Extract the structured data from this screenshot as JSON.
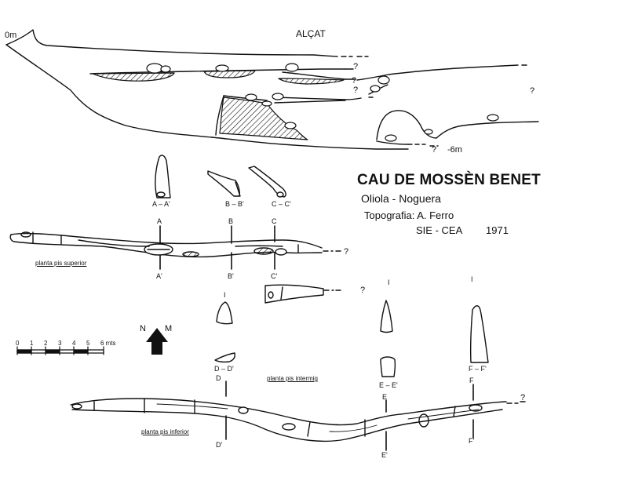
{
  "title": "CAU DE MOSSÈN BENET",
  "location": "Oliola - Noguera",
  "survey": "Topografia: A. Ferro",
  "org": "SIE - CEA",
  "year": "1971",
  "elevation": {
    "label": "ALÇAT",
    "top_depth": "0m",
    "bottom_depth": "-6m"
  },
  "unknown_marker": "?",
  "sections": {
    "aa": {
      "label": "A – A'",
      "start": "A",
      "end": "A'"
    },
    "bb": {
      "label": "B – B'",
      "start": "B",
      "end": "B'"
    },
    "cc": {
      "label": "C – C'",
      "start": "C",
      "end": "C'"
    },
    "dd": {
      "label": "D – D'",
      "start": "D",
      "end": "D'"
    },
    "ee": {
      "label": "E – E'",
      "start": "E",
      "end": "E'"
    },
    "ff": {
      "label": "F – F'",
      "start": "F",
      "end": "F'"
    }
  },
  "marker_top": "I",
  "plans": {
    "upper": "planta pis superior",
    "middle": "planta pis intermig",
    "lower": "planta pis inferior"
  },
  "north": {
    "n": "N",
    "m": "M"
  },
  "scale": {
    "ticks": [
      "0",
      "1",
      "2",
      "3",
      "4",
      "5",
      "6 mts"
    ]
  }
}
